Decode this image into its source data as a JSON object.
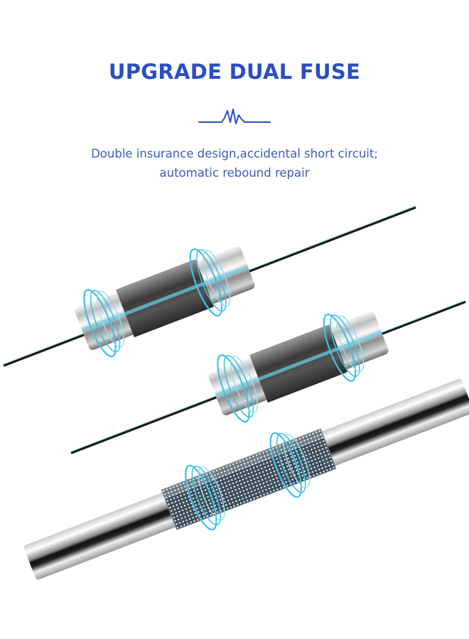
{
  "header": {
    "title": "UPGRADE DUAL FUSE",
    "subtitle_lines": [
      "Double insurance design,accidental short circuit;",
      "automatic rebound repair"
    ]
  },
  "icons": {
    "divider": "heartbeat-pulse-icon"
  },
  "colors": {
    "title": "#2a4fc2",
    "subtitle": "#3c5dbd",
    "glow": "#3fc2e6"
  }
}
